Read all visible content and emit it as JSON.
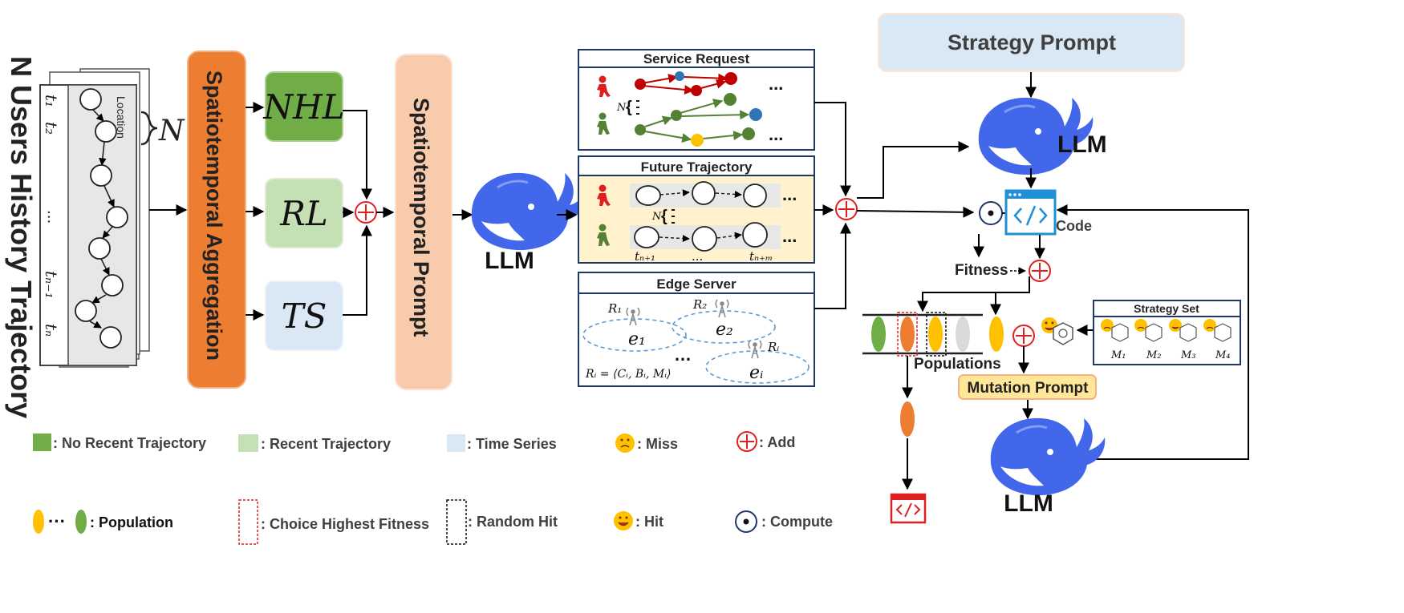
{
  "input": {
    "title": "N Users History Trajectory",
    "location_label": "Location",
    "n_label": "N",
    "times": [
      "t₁",
      "t₂",
      "...",
      "tₙ₋₁",
      "tₙ"
    ]
  },
  "aggregation": {
    "label": "Spatiotemporal Aggregation"
  },
  "modules": {
    "nhl": "NHL",
    "rl": "RL",
    "ts": "TS"
  },
  "prompt": {
    "label": "Spatiotemporal Prompt"
  },
  "llm": {
    "label": "LLM"
  },
  "service_request": {
    "title": "Service Request",
    "ellipsis": "...",
    "n_label": "N"
  },
  "future_trajectory": {
    "title": "Future Trajectory",
    "ellipsis": "...",
    "n_label": "N",
    "t_start": "tₙ₊₁",
    "t_mid": "...",
    "t_end": "tₙ₊ₘ"
  },
  "edge_server": {
    "title": "Edge Server",
    "r1": "R₁",
    "r2": "R₂",
    "ri": "Rᵢ",
    "e1": "e₁",
    "e2": "e₂",
    "ei": "eᵢ",
    "dots": "…",
    "formula": "Rᵢ = ⟨Cᵢ, Bᵢ, Mᵢ⟩"
  },
  "strategy_prompt": {
    "label": "Strategy Prompt"
  },
  "code_label": "Code",
  "fitness_label": "Fitness",
  "populations_label": "Populations",
  "mutation_prompt": {
    "label": "Mutation Prompt"
  },
  "strategy_set": {
    "title": "Strategy Set",
    "items": [
      "M₁",
      "M₂",
      "M₃",
      "M₄"
    ]
  },
  "legend": {
    "no_recent": ": No Recent Trajectory",
    "recent": ": Recent Trajectory",
    "time_series": ": Time Series",
    "miss": ": Miss",
    "add": ": Add",
    "population": ": Population",
    "population_dots": "···",
    "choice": ": Choice Highest Fitness",
    "random": ": Random Hit",
    "hit": ": Hit",
    "compute": ": Compute"
  },
  "colors": {
    "orange": "#ED7D31",
    "dark_green": "#70AD47",
    "light_green": "#C5E0B4",
    "light_blue": "#DAE7F5",
    "peach": "#F8CBAD",
    "yellow": "#FFC000",
    "red": "#E02020",
    "blue_llm": "#2F5FE8",
    "navy": "#1F3864",
    "cream": "#FFF2CC"
  }
}
